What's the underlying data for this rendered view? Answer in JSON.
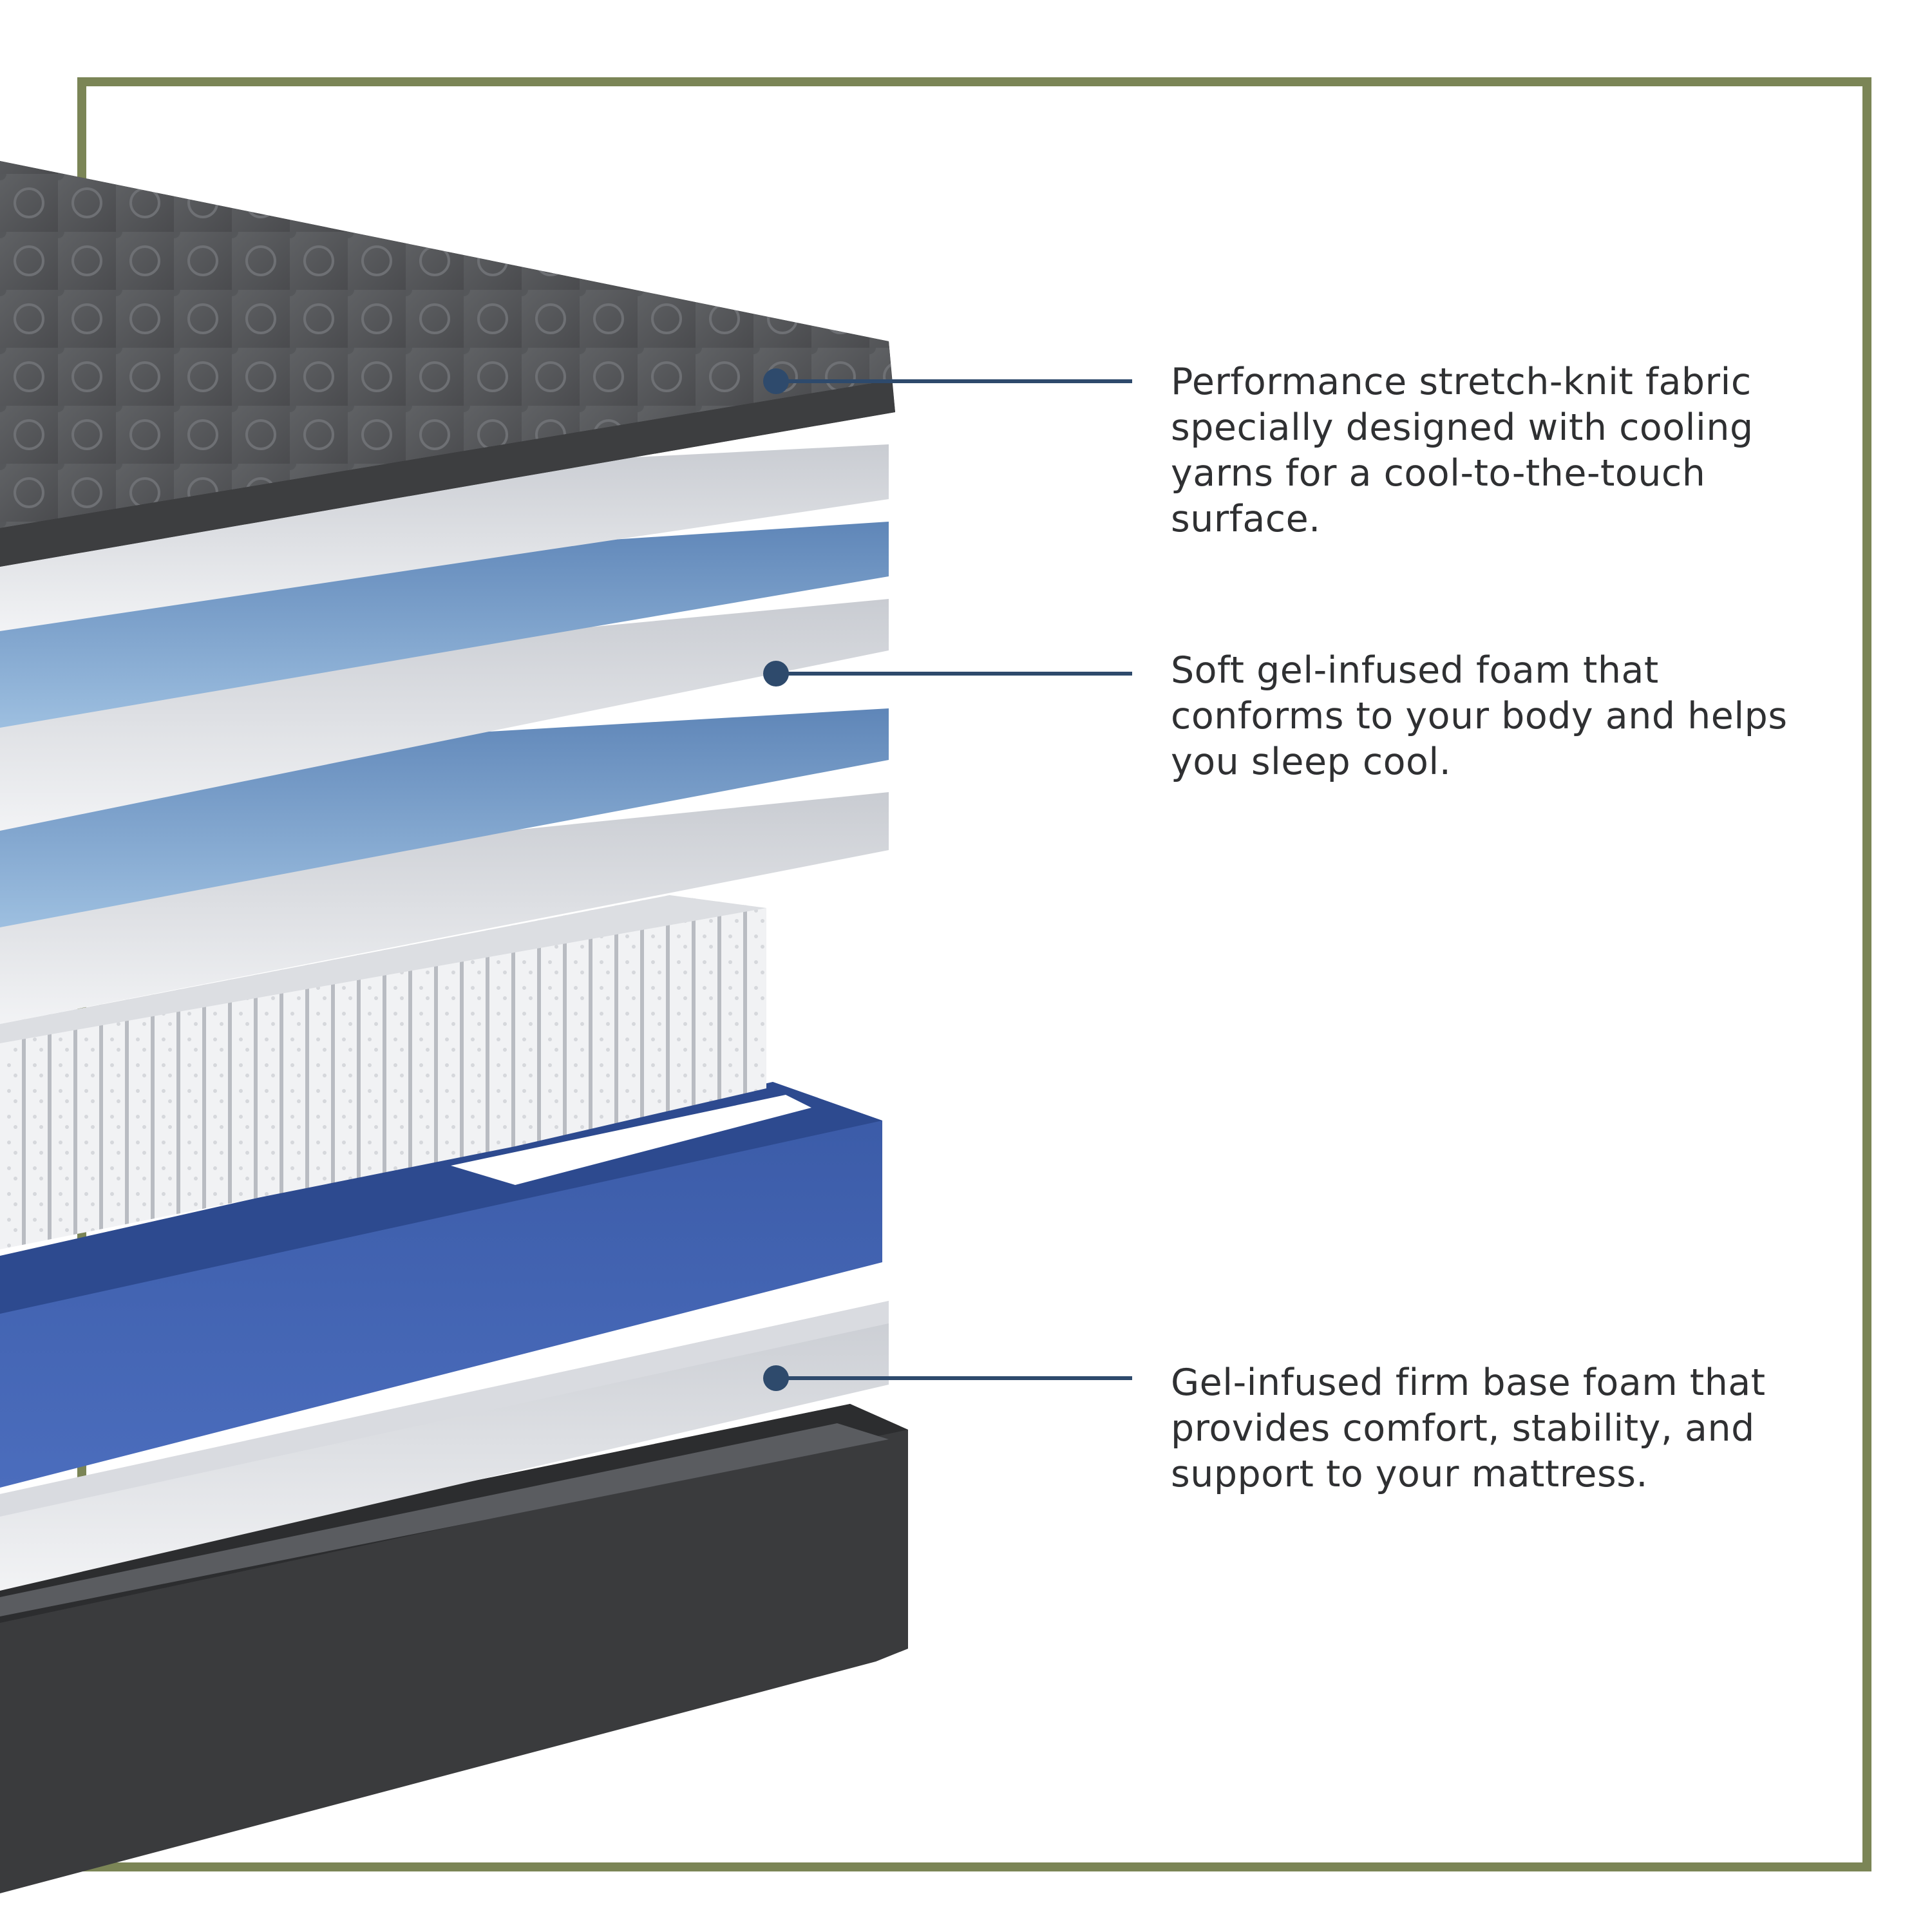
{
  "callouts": [
    {
      "text": "Performance stretch-knit fabric specially designed with cooling yarns for a cool-to-the-touch surface."
    },
    {
      "text": "Soft gel-infused foam that conforms to your body and helps you sleep cool."
    },
    {
      "text": "Gel-infused firm base foam that provides comfort, stability, and support to your mattress."
    }
  ],
  "colors": {
    "frame": "#7b8556",
    "leader": "#2e4a6c",
    "text": "#2f3032",
    "cover": "#3d3e40",
    "foam_white": "#e6e8ec",
    "gel_foam": "#8fb2d6",
    "base_blue": "#4466b5",
    "foundation": "#3a3b3d"
  }
}
